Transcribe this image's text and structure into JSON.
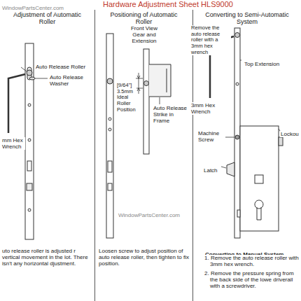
{
  "diagram": {
    "title": "Hardware Adjustment Sheet HLS9000",
    "nodes": [
      {
        "text": [
          "Adjustment of Automatic Roller"
        ]
      },
      {
        "text": [
          "Positioning of Automatic Roller"
        ]
      },
      {
        "text": [
          "Converting to Semi-Automatic System"
        ]
      }
    ],
    "labels": [
      "WindowPartsCenter.com",
      "Auto Release Roller",
      "Auto Release Washer",
      "mm Hex Wrench",
      "uto release roller is adjusted r vertical movement in the lot. There isn't any horizontal djustment.",
      "Front View Gear and Extension",
      "[9/64\"] 3.5mm Ideal Roller Position",
      "Auto Release Strike in Frame",
      "Loosen screw to adjust position of auto release roller, then tighten to fix position.",
      "Remove the auto release roller with a 3mm hex wrench",
      "Top Extension",
      "3mm Hex Wrench",
      "Machine Screw",
      "Lockou",
      "Latch",
      "Converting to Manual System",
      "1. Remove the auto release roller with 3mm hex wrench.",
      "2. Remove the pressure spring from the back side of the lowe driverail with a screwdriver.",
      "WindowPartsCenter.com"
    ]
  }
}
